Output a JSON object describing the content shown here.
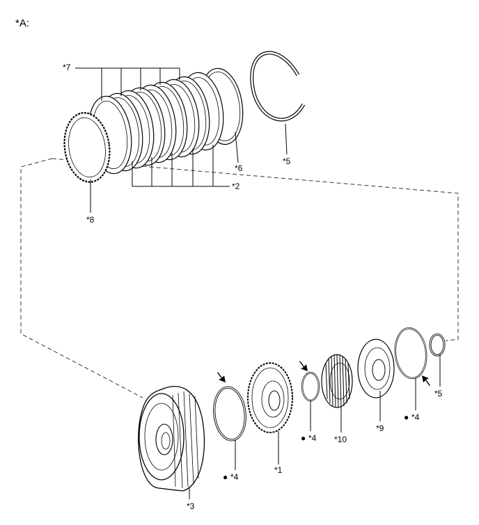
{
  "figure": {
    "header": "*A:",
    "callouts": {
      "c7": "*7",
      "c5_top": "*5",
      "c6": "*6",
      "c2": "*2",
      "c8": "*8",
      "c5_right": "*5",
      "c4_right": "*4",
      "c9": "*9",
      "c10": "*10",
      "c4_mid": "*4",
      "c1": "*1",
      "c4_left": "*4",
      "c3": "*3"
    },
    "bullet": "●",
    "colors": {
      "line": "#000000",
      "dash": "#333333",
      "background": "#ffffff"
    },
    "icons": [
      "install-arrow-icon"
    ]
  }
}
